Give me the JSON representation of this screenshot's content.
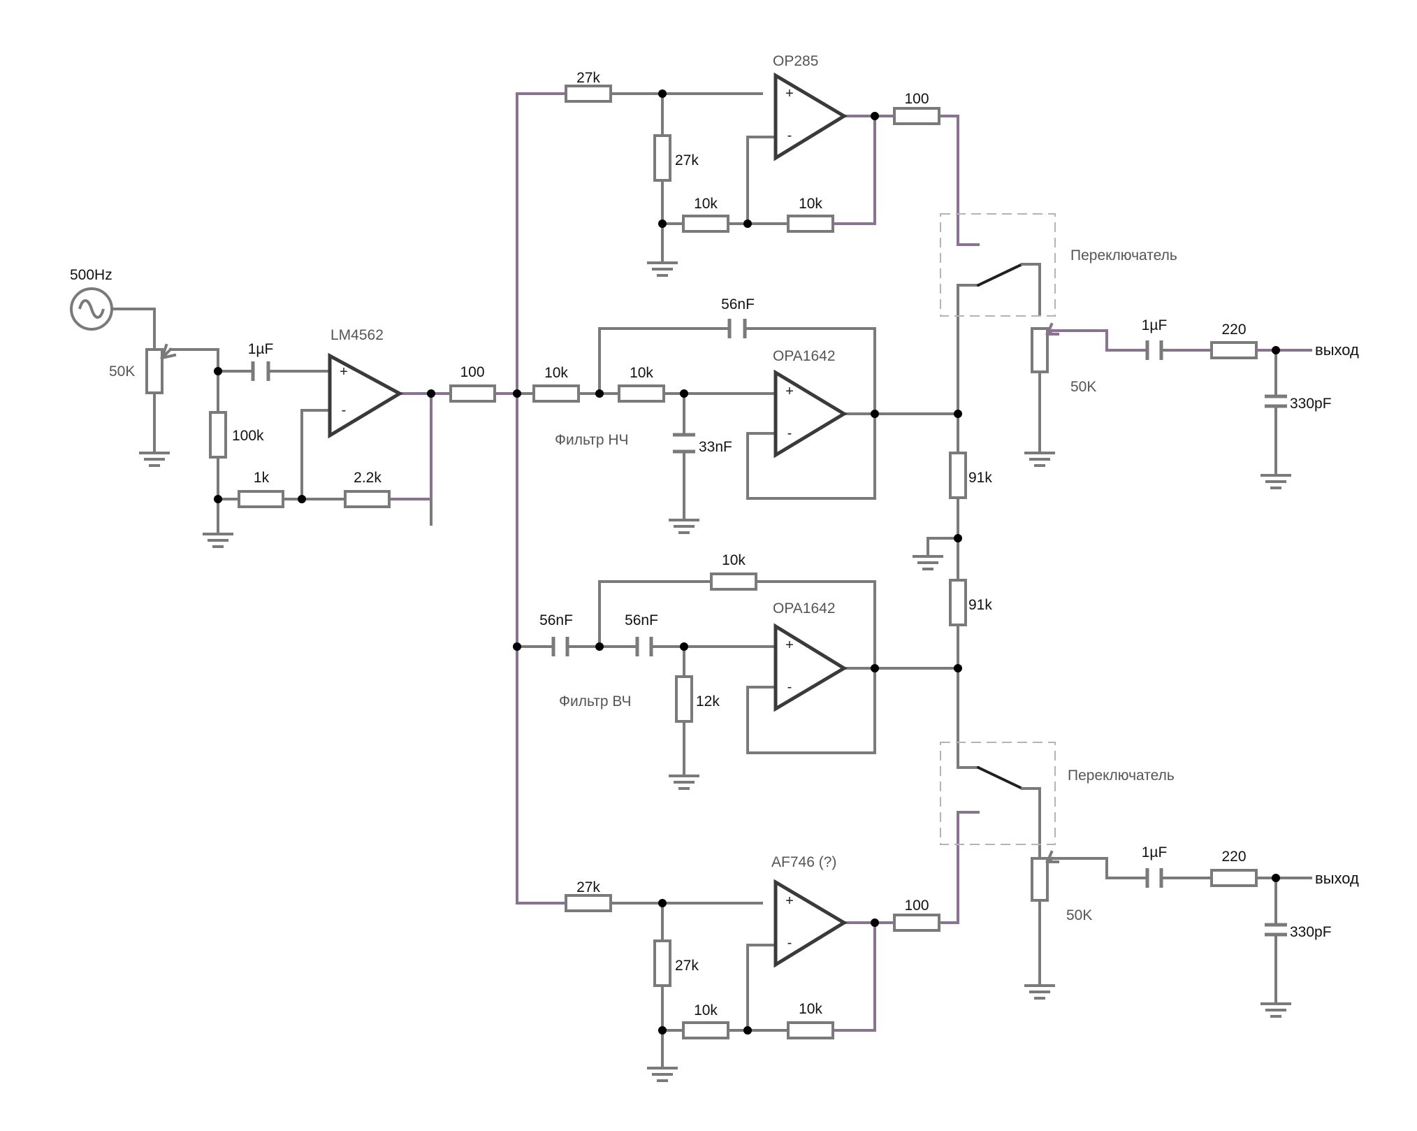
{
  "source": {
    "label": "500Hz"
  },
  "input_pot": {
    "value": "50K"
  },
  "input_stage": {
    "coupling_cap": "1µF",
    "bias_resistor": "100k",
    "feedback_r1": "1k",
    "feedback_r2": "2.2k",
    "opamp": "LM4562",
    "series_resistor": "100"
  },
  "top_stage": {
    "opamp": "OP285",
    "r_series": "27k",
    "r_shunt": "27k",
    "r_gain1": "10k",
    "r_gain2": "10k",
    "r_out": "100"
  },
  "lowpass": {
    "label": "Фильтр НЧ",
    "opamp": "OPA1642",
    "r1": "10k",
    "r2": "10k",
    "c_feedback": "56nF",
    "c_ground": "33nF"
  },
  "highpass": {
    "label": "Фильтр ВЧ",
    "opamp": "OPA1642",
    "c1": "56nF",
    "c2": "56nF",
    "r_feedback": "10k",
    "r_ground": "12k"
  },
  "divider": {
    "r_top": "91k",
    "r_bottom": "91k"
  },
  "bottom_stage": {
    "opamp": "AF746 (?)",
    "r_series": "27k",
    "r_shunt": "27k",
    "r_gain1": "10k",
    "r_gain2": "10k",
    "r_out": "100"
  },
  "switch_top": {
    "label": "Переключатель"
  },
  "switch_bottom": {
    "label": "Переключатель"
  },
  "output_top": {
    "pot": "50K",
    "cap": "1µF",
    "resistor": "220",
    "shunt_cap": "330pF",
    "label": "выход"
  },
  "output_bottom": {
    "pot": "50K",
    "cap": "1µF",
    "resistor": "220",
    "shunt_cap": "330pF",
    "label": "выход"
  },
  "opamp_pins": {
    "plus": "+",
    "minus": "-"
  },
  "colors": {
    "wire": "#7a7a7a",
    "signal_wire": "#8a7390",
    "opamp_outline": "#3a3a3a"
  }
}
